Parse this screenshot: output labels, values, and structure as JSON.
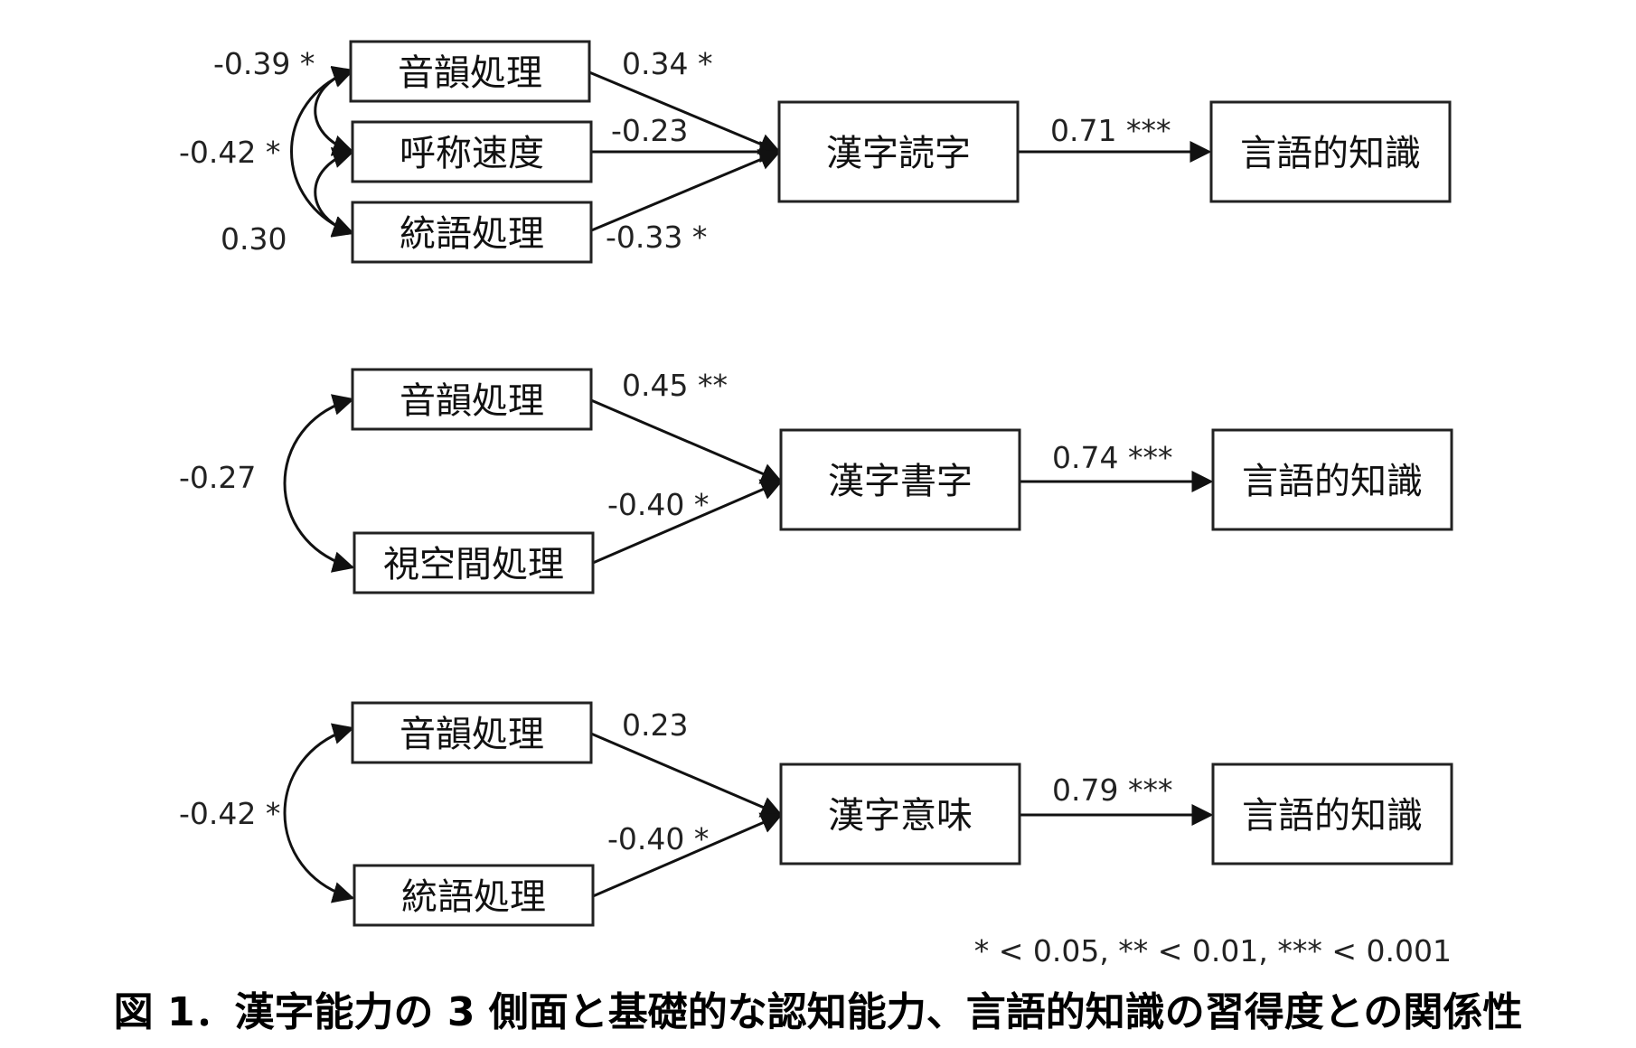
{
  "panels": [
    {
      "predictors": [
        "音韻処理",
        "呼称速度",
        "統語処理"
      ],
      "outcome": "漢字読字",
      "target": "言語的知識",
      "paths": [
        "0.34 *",
        "-0.23",
        "-0.33 *"
      ],
      "outcome_path": "0.71 ***",
      "correlations": [
        "-0.39 *",
        "-0.42 *",
        "0.30"
      ]
    },
    {
      "predictors": [
        "音韻処理",
        "視空間処理"
      ],
      "outcome": "漢字書字",
      "target": "言語的知識",
      "paths": [
        "0.45 **",
        "-0.40 *"
      ],
      "outcome_path": "0.74 ***",
      "correlations": [
        "-0.27"
      ]
    },
    {
      "predictors": [
        "音韻処理",
        "統語処理"
      ],
      "outcome": "漢字意味",
      "target": "言語的知識",
      "paths": [
        "0.23",
        "-0.40 *"
      ],
      "outcome_path": "0.79 ***",
      "correlations": [
        "-0.42 *"
      ]
    }
  ],
  "legend": "* < 0.05, ** < 0.01, *** < 0.001",
  "caption": "図 1．漢字能力の 3 側面と基礎的な認知能力、言語的知識の習得度との関係性"
}
